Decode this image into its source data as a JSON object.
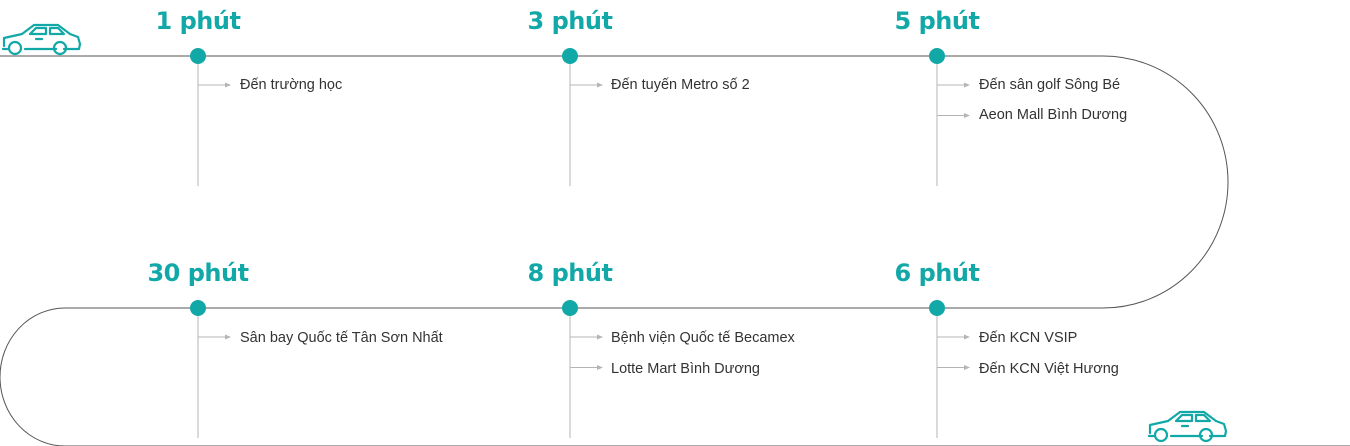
{
  "colors": {
    "accent": "#13a8a8",
    "line": "#b5b5b5",
    "road": "#555555",
    "text": "#333333"
  },
  "icons": {
    "start": "car-icon",
    "end": "car-icon"
  },
  "stops": [
    {
      "time": "1 phút",
      "destinations": [
        "Đến trường học"
      ]
    },
    {
      "time": "3 phút",
      "destinations": [
        "Đến tuyến Metro số 2"
      ]
    },
    {
      "time": "5 phút",
      "destinations": [
        "Đến sân golf Sông Bé",
        "Aeon Mall Bình Dương"
      ]
    },
    {
      "time": "30 phút",
      "destinations": [
        "Sân bay Quốc tế Tân Sơn Nhất"
      ]
    },
    {
      "time": "8 phút",
      "destinations": [
        "Bệnh viện Quốc tế Becamex",
        "Lotte Mart Bình Dương"
      ]
    },
    {
      "time": "6 phút",
      "destinations": [
        "Đến KCN VSIP",
        "Đến KCN Việt Hương"
      ]
    }
  ]
}
